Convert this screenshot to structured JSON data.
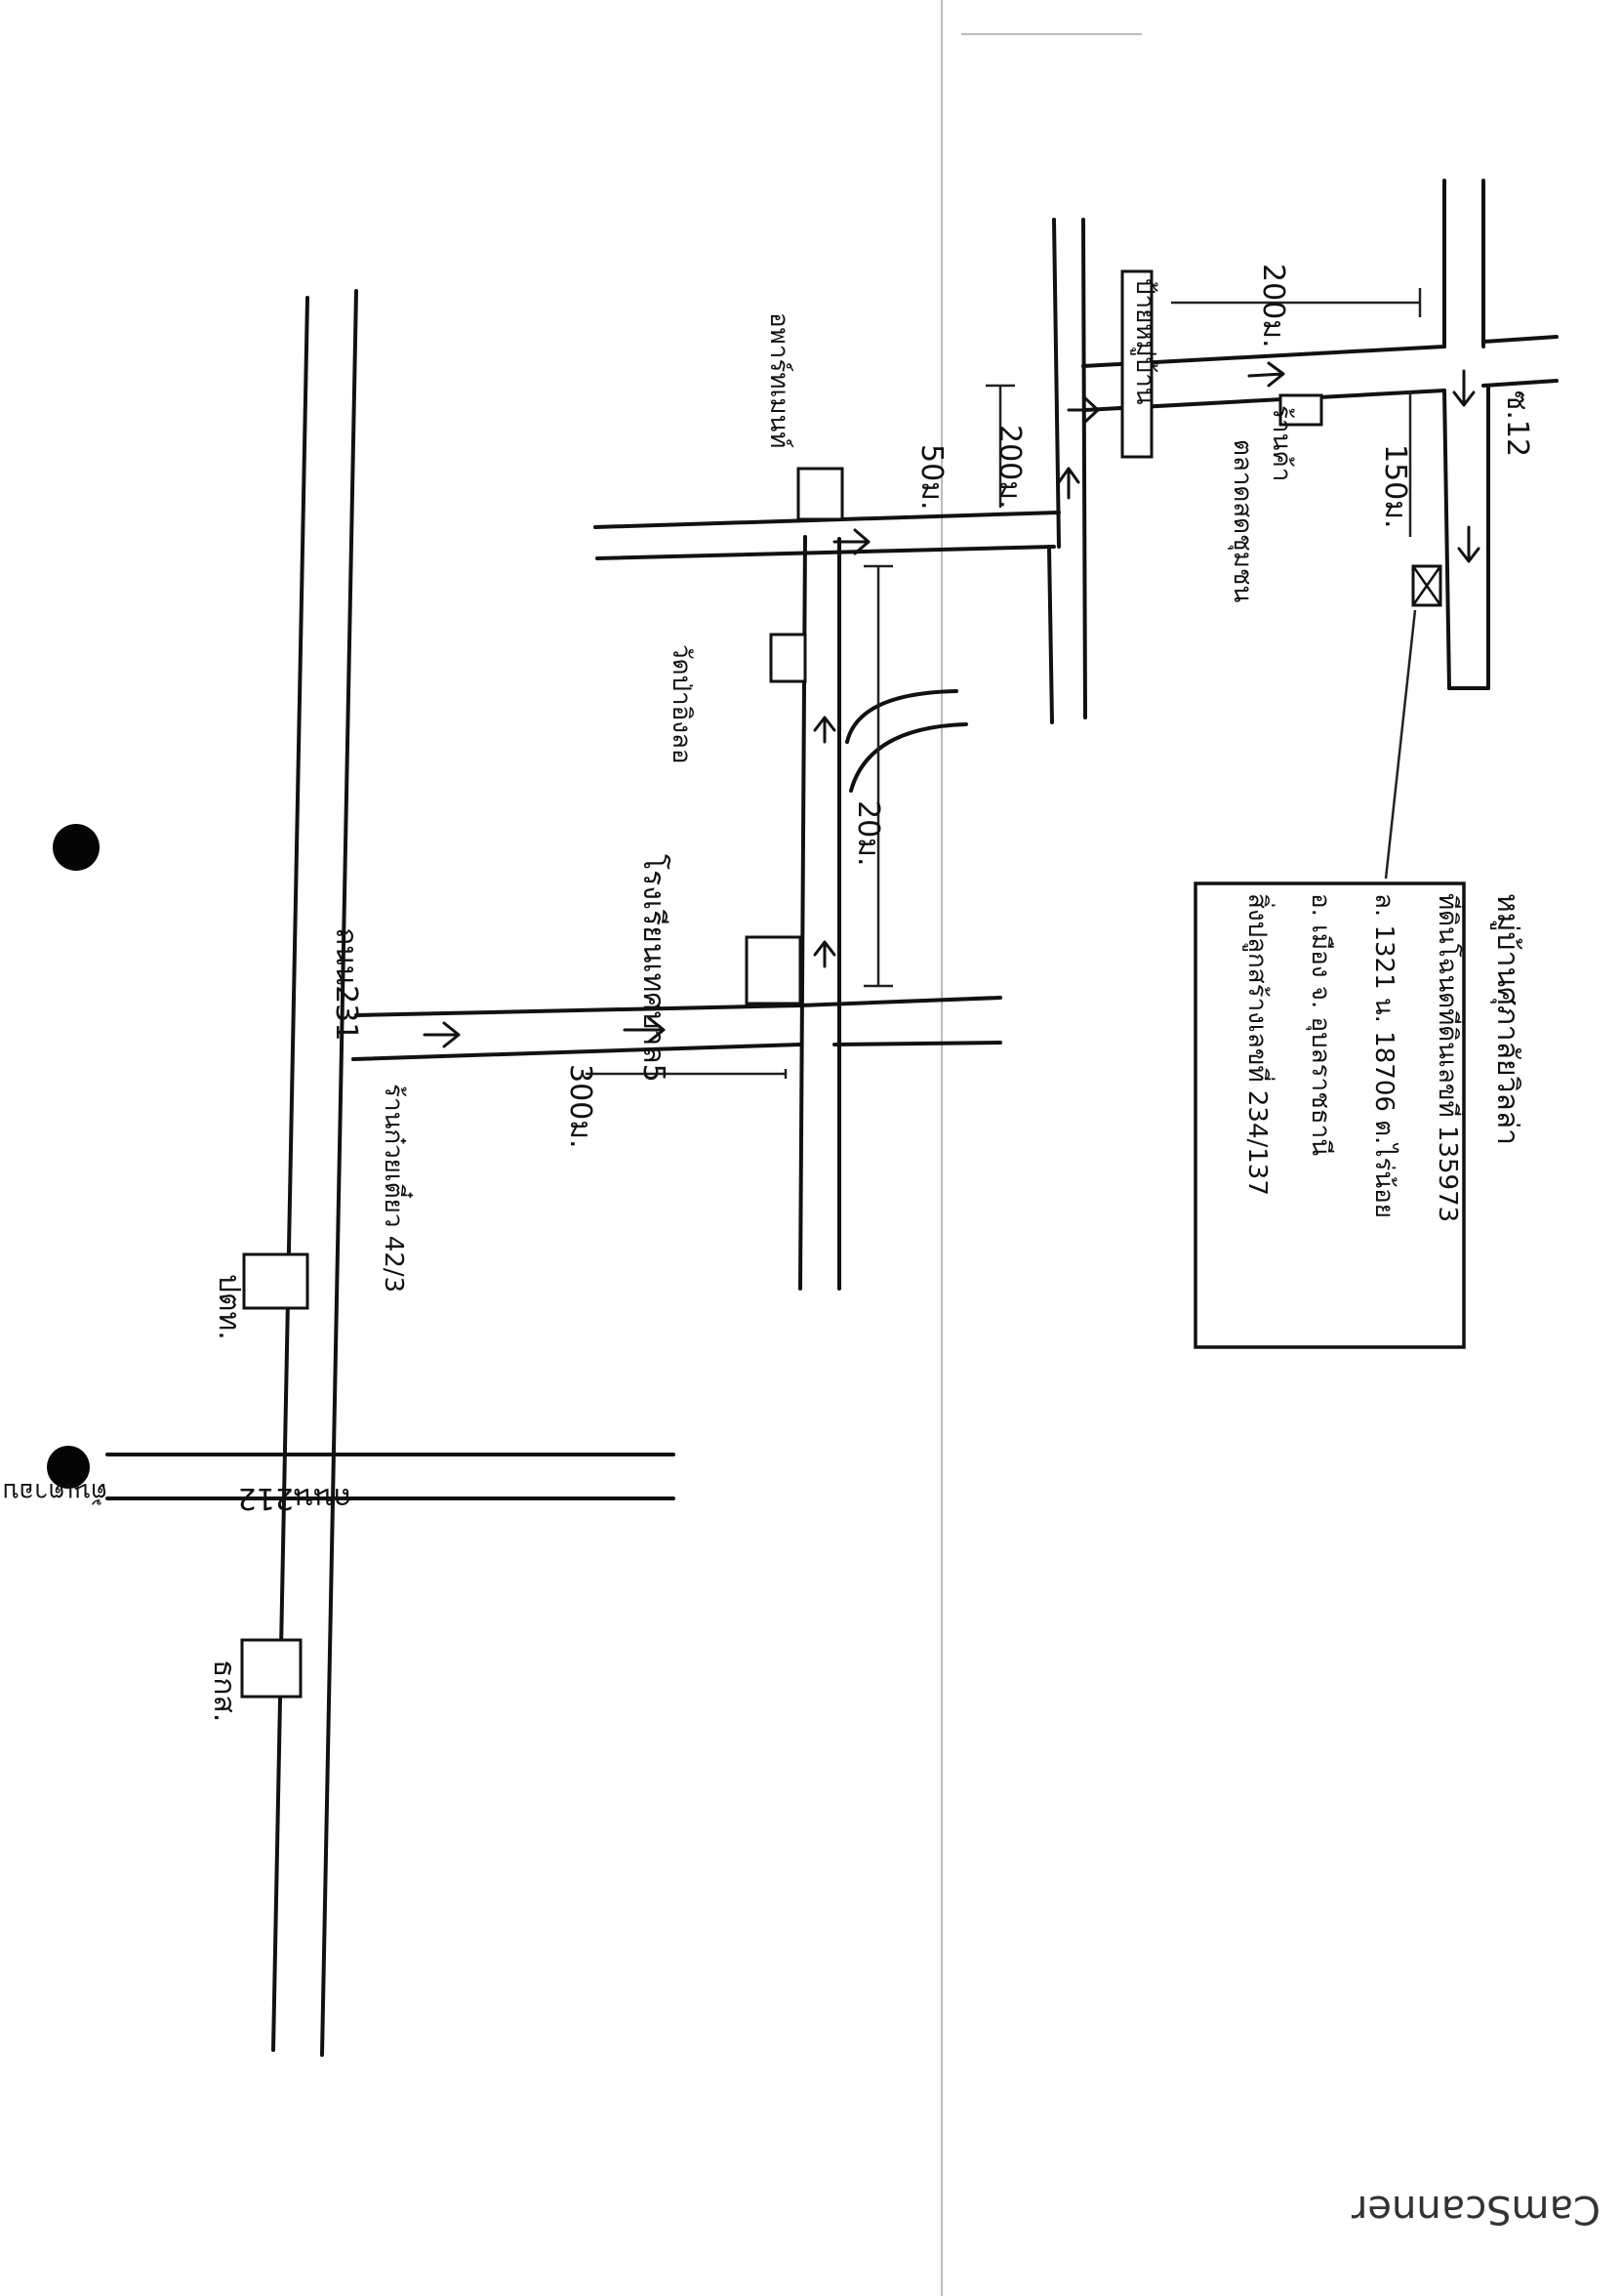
{
  "labels": {
    "road_231": "ถนน231",
    "road_212": "ถนน212",
    "corner_212": "ต้นเตาอบ กุดลาด",
    "house_42_3": "ร้านก๋วยเตี๋ยว 42/3",
    "dist_300": "300ม.",
    "school": "โรงเรียนเทศบาล5",
    "temple": "วัดป่าอิงลอ",
    "dist_20_mid": "20ม.",
    "dist_50": "50ม.",
    "dist_200_a": "200ม.",
    "dist_200_b": "200ม.",
    "dist_150": "150ม.",
    "soi_12": "ซ.12",
    "apartment": "อพาร์ทเมนท์",
    "village_sign": "ป้ายหมู่บ้าน",
    "shop": "ร้านค้า",
    "market": "ตลาดสดชุมชน",
    "bank_bottom_1": "ปตท.",
    "bank_bottom_2": "ธกส."
  },
  "infobox": {
    "line1": "หมู่บ้านศุภาลัยวิลล่า",
    "line2": "ที่ดินโฉนดที่ดินเลขที่ 135973",
    "line3": "ล. 1321 น. 18706 ต.ไร่น้อย",
    "line4": "อ. เมือง จ. อุบลราชธานี",
    "line5": "สิ่งปลูกสร้างเลขที่ 234/137"
  },
  "footer": {
    "scanner_text": "CamScanner"
  }
}
